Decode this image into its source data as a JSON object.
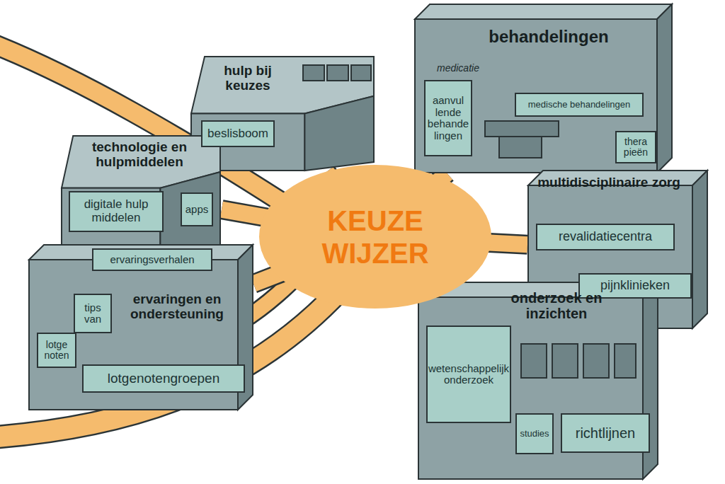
{
  "diagram": {
    "nodes": [
      {
        "text": [
          "KEUZE WIJZER"
        ]
      },
      {
        "text": [
          "hulp bij keuzes"
        ]
      },
      {
        "text": [
          "beslisboom"
        ],
        "in": 1
      },
      {
        "text": [
          "behandelingen"
        ]
      },
      {
        "text": [
          "medicatie"
        ],
        "in": 3
      },
      {
        "text": [
          "aanvul lende behande lingen"
        ],
        "in": 3
      },
      {
        "text": [
          "medische behandelingen"
        ],
        "in": 3
      },
      {
        "text": [
          "thera pieën"
        ],
        "in": 3
      },
      {
        "text": [
          "technologie en hulpmiddelen"
        ]
      },
      {
        "text": [
          "digitale hulp middelen"
        ],
        "in": 8
      },
      {
        "text": [
          "apps"
        ],
        "in": 8
      },
      {
        "text": [
          "multidisciplinaire zorg"
        ]
      },
      {
        "text": [
          "revalidatiecentra"
        ],
        "in": 11
      },
      {
        "text": [
          "pijnklinieken"
        ],
        "in": 11
      },
      {
        "text": [
          "ervaringen en ondersteuning"
        ]
      },
      {
        "text": [
          "ervaringsverhalen"
        ],
        "in": 14
      },
      {
        "text": [
          "tips van"
        ],
        "in": 14
      },
      {
        "text": [
          "lotge noten"
        ],
        "in": 14
      },
      {
        "text": [
          "lotgenotengroepen"
        ],
        "in": 14
      },
      {
        "text": [
          "onderzoek en inzichten"
        ]
      },
      {
        "text": [
          "wetenschappelijk onderzoek"
        ],
        "in": 19
      },
      {
        "text": [
          "studies"
        ],
        "in": 19
      },
      {
        "text": [
          "richtlijnen"
        ],
        "in": 19
      }
    ],
    "edges": [
      {
        "from": 0,
        "to": 1,
        "arrow": "none"
      },
      {
        "from": 0,
        "to": 3,
        "arrow": "none"
      },
      {
        "from": 0,
        "to": 8,
        "arrow": "none"
      },
      {
        "from": 0,
        "to": 11,
        "arrow": "none"
      },
      {
        "from": 0,
        "to": 14,
        "arrow": "none"
      },
      {
        "from": 0,
        "to": 19,
        "arrow": "none"
      }
    ]
  }
}
